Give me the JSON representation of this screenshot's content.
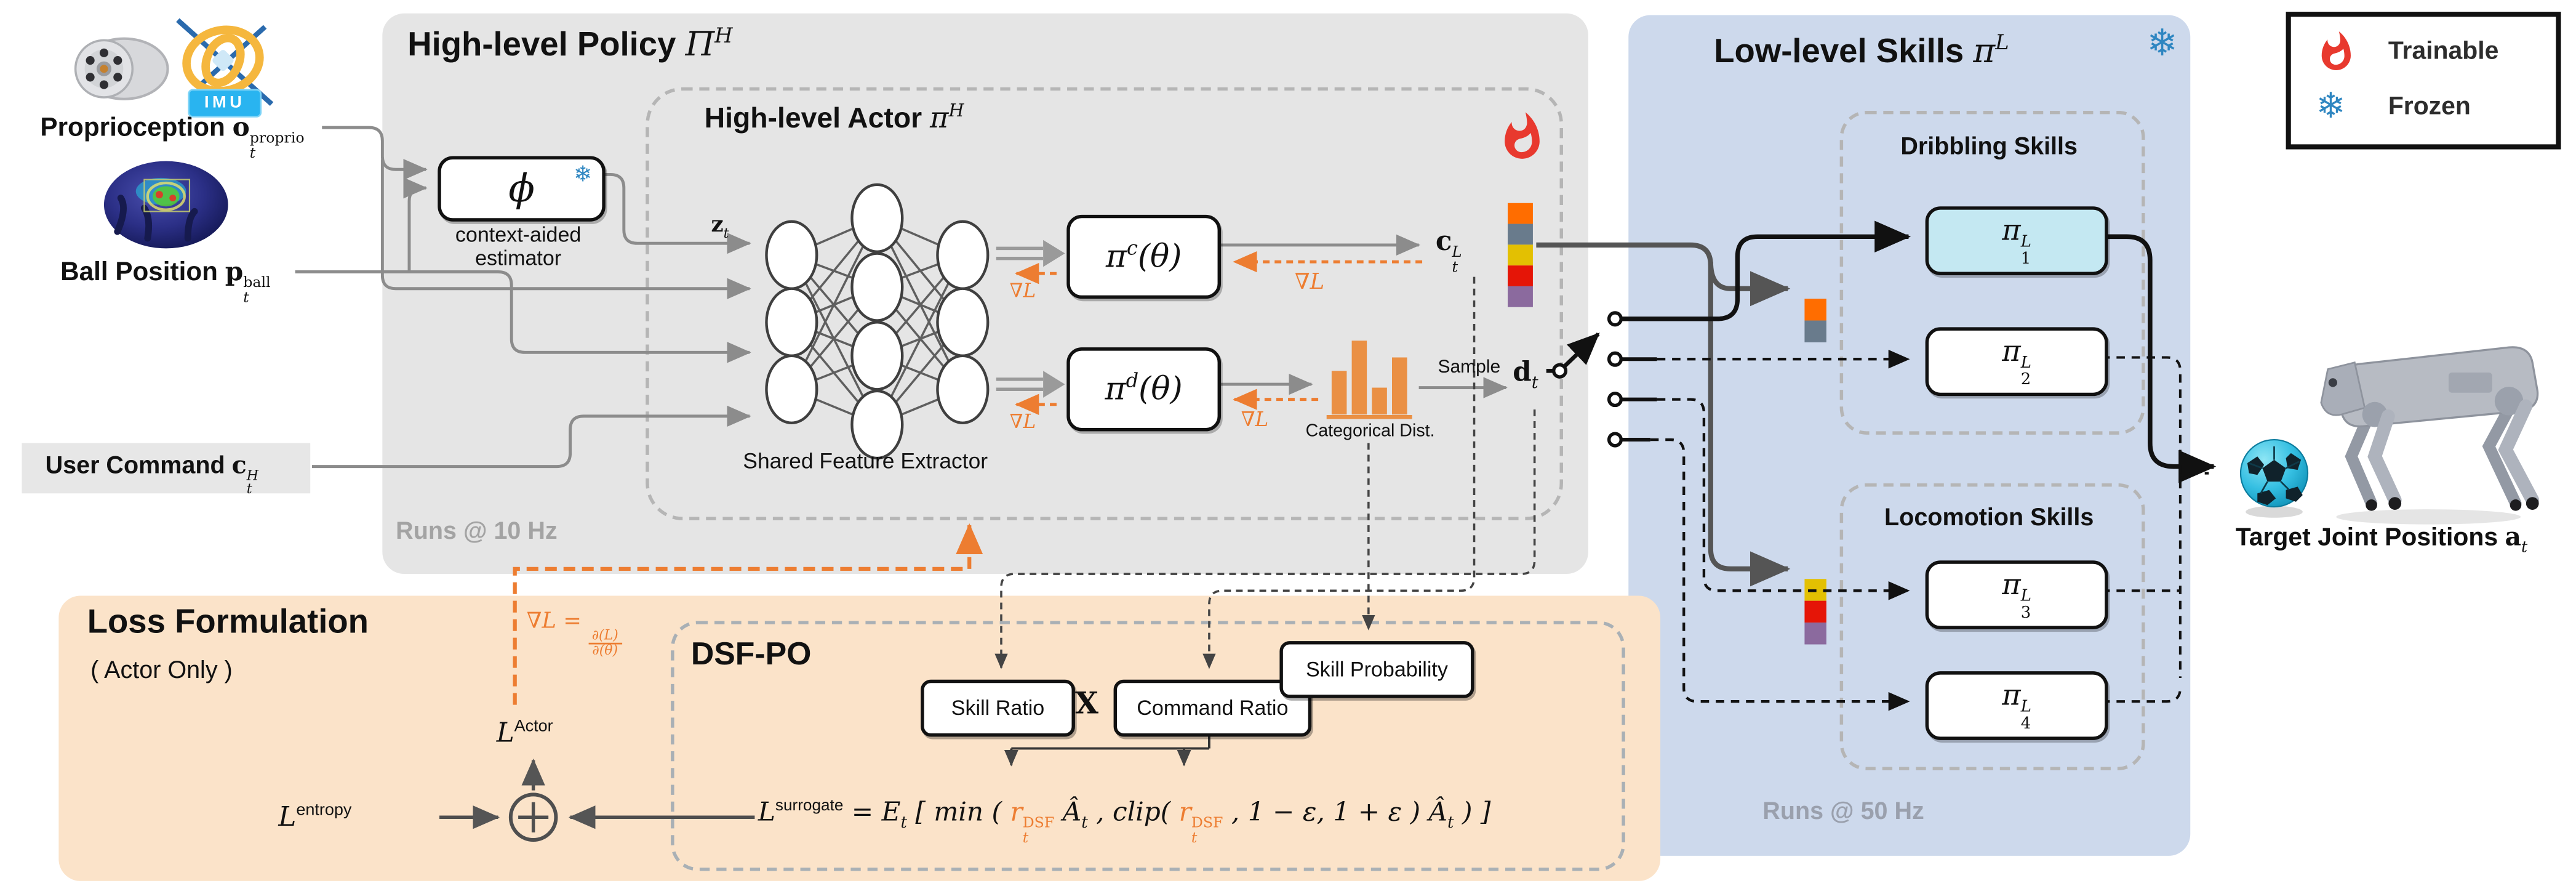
{
  "colors": {
    "high_level_bg": "#e5e5e5",
    "low_level_bg": "#cdd9ec",
    "loss_bg": "#fbe3c9",
    "skill1_fill": "#c4e8f2",
    "accent_orange": "#ed7d31",
    "hist_orange": "#ea9044",
    "flame_red": "#e8392e",
    "snow_blue": "#2e86c1",
    "command_vector_colors": [
      "#ff6d00",
      "#697b8c",
      "#e3c002",
      "#e51507",
      "#8b6a9e"
    ],
    "dribbling_cmd_colors": [
      "#ff6d00",
      "#697b8c"
    ],
    "locomotion_cmd_colors": [
      "#e3c002",
      "#e51507",
      "#8b6a9e"
    ]
  },
  "categorical_bar_heights": [
    26,
    44,
    16,
    34
  ],
  "icons": {
    "snowflake": "❄",
    "imu_badge": "IMU"
  },
  "inputs": {
    "proprio_label": [
      {
        "t": "Proprioception "
      },
      {
        "t": "o",
        "c": "bi"
      },
      {
        "s": [
          "proprio",
          "t"
        ]
      }
    ],
    "ball_label": [
      {
        "t": "Ball Position "
      },
      {
        "t": "p",
        "c": "bi"
      },
      {
        "s": [
          "ball",
          "t"
        ]
      }
    ],
    "user_label": [
      {
        "t": "User Command "
      },
      {
        "t": "c",
        "c": "bi"
      },
      {
        "s": [
          "H",
          "t"
        ],
        "c": "ti"
      }
    ]
  },
  "high_level": {
    "title": [
      {
        "t": "High-level Policy  "
      },
      {
        "t": "Π",
        "c": "m"
      },
      {
        "t": "H",
        "c": "sup m"
      }
    ],
    "runs": "Runs @ 10 Hz",
    "phi": "ϕ",
    "estimator_line1": "context-aided",
    "estimator_line2": "estimator",
    "actor_title": [
      {
        "t": "High-level Actor  "
      },
      {
        "t": "π",
        "c": "m"
      },
      {
        "t": "H",
        "c": "sup m"
      }
    ],
    "zt": [
      {
        "t": "z",
        "c": "bi"
      },
      {
        "t": "t",
        "c": "sub m"
      }
    ],
    "shared_extractor": "Shared Feature Extractor",
    "pi_c": [
      {
        "t": "π",
        "c": "m"
      },
      {
        "t": "c",
        "c": "sup m"
      },
      {
        "t": "(θ)",
        "c": "m"
      }
    ],
    "pi_d": [
      {
        "t": "π",
        "c": "m"
      },
      {
        "t": "d",
        "c": "sup m"
      },
      {
        "t": "(θ)",
        "c": "m"
      }
    ],
    "grad": [
      {
        "t": "∇L",
        "c": "m"
      }
    ],
    "categorical": "Categorical Dist.",
    "sample": "Sample",
    "c_out": [
      {
        "t": "c",
        "c": "bi"
      },
      {
        "s": [
          "L",
          "t"
        ],
        "c": "ti"
      }
    ],
    "d_out": [
      {
        "t": "d",
        "c": "bi"
      },
      {
        "t": "t",
        "c": "sub m"
      }
    ]
  },
  "low_level": {
    "title": [
      {
        "t": "Low-level Skills  "
      },
      {
        "t": "π",
        "c": "m"
      },
      {
        "t": "L",
        "c": "sup m"
      }
    ],
    "dribbling": "Dribbling Skills",
    "locomotion": "Locomotion Skills",
    "runs": "Runs @ 50 Hz",
    "skills": [
      {
        "label": [
          {
            "t": "π",
            "c": "m"
          },
          {
            "s": [
              "L",
              "1"
            ],
            "c": "ti bn"
          }
        ]
      },
      {
        "label": [
          {
            "t": "π",
            "c": "m"
          },
          {
            "s": [
              "L",
              "2"
            ],
            "c": "ti bn"
          }
        ]
      },
      {
        "label": [
          {
            "t": "π",
            "c": "m"
          },
          {
            "s": [
              "L",
              "3"
            ],
            "c": "ti bn"
          }
        ]
      },
      {
        "label": [
          {
            "t": "π",
            "c": "m"
          },
          {
            "s": [
              "L",
              "4"
            ],
            "c": "ti bn"
          }
        ]
      }
    ]
  },
  "output": {
    "target_label": [
      {
        "t": "Target Joint Positions "
      },
      {
        "t": "a",
        "c": "bi"
      },
      {
        "t": "t",
        "c": "sub m"
      }
    ]
  },
  "loss": {
    "title": "Loss Formulation",
    "subtitle": "( Actor Only )",
    "grad_def": [
      {
        "t": "∇L = ",
        "c": "m"
      },
      {
        "s": [
          "∂(L)",
          "∂(θ)"
        ],
        "c": "frac"
      }
    ],
    "l_actor": [
      {
        "t": "L",
        "c": "m"
      },
      {
        "t": "Actor",
        "c": "sup rm"
      }
    ],
    "l_entropy": [
      {
        "t": "L",
        "c": "m"
      },
      {
        "t": "entropy",
        "c": "sup rm"
      }
    ],
    "dsfpo": "DSF-PO",
    "skill_ratio": "Skill Ratio",
    "times": "X",
    "command_ratio": "Command Ratio",
    "skill_prob": "Skill Probability",
    "surrogate": [
      {
        "t": "L",
        "c": "m"
      },
      {
        "t": "surrogate",
        "c": "sup rm"
      },
      {
        "t": " = ",
        "c": "m"
      },
      {
        "t": "E",
        "c": "m"
      },
      {
        "t": "t",
        "c": "sub m"
      },
      {
        "t": " [ min ( ",
        "c": "m"
      },
      {
        "t": "r",
        "c": "m org"
      },
      {
        "s": [
          "DSF",
          "t"
        ],
        "c": "org"
      },
      {
        "t": " Â",
        "c": "m"
      },
      {
        "t": "t",
        "c": "sub m"
      },
      {
        "t": " , clip( ",
        "c": "m"
      },
      {
        "t": "r",
        "c": "m org"
      },
      {
        "s": [
          "DSF",
          "t"
        ],
        "c": "org"
      },
      {
        "t": " , 1 − ε, 1 + ε ) ",
        "c": "m"
      },
      {
        "t": "Â",
        "c": "m"
      },
      {
        "t": "t",
        "c": "sub m"
      },
      {
        "t": " ) ]",
        "c": "m"
      }
    ]
  },
  "legend": {
    "trainable": "Trainable",
    "frozen": "Frozen"
  }
}
